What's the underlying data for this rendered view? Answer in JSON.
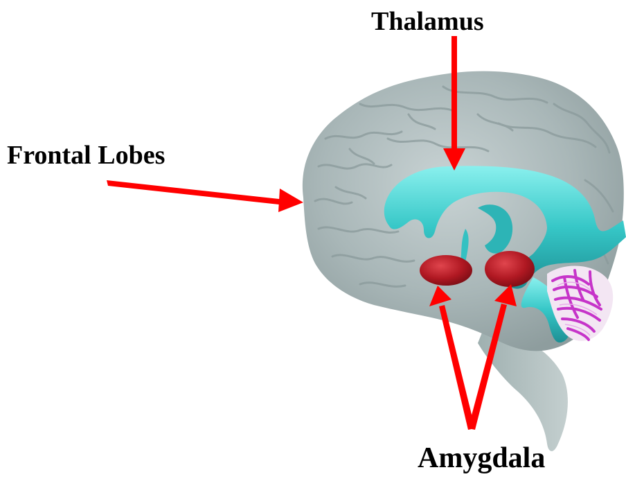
{
  "labels": {
    "thalamus": "Thalamus",
    "frontal_lobes": "Frontal Lobes",
    "amygdala": "Amygdala"
  },
  "colors": {
    "brain": "#a9b7b8",
    "ventricles": "#3fcfcf",
    "amygdala": "#b01822",
    "cerebellum": "#c634c9",
    "arrow": "#ff0000"
  }
}
